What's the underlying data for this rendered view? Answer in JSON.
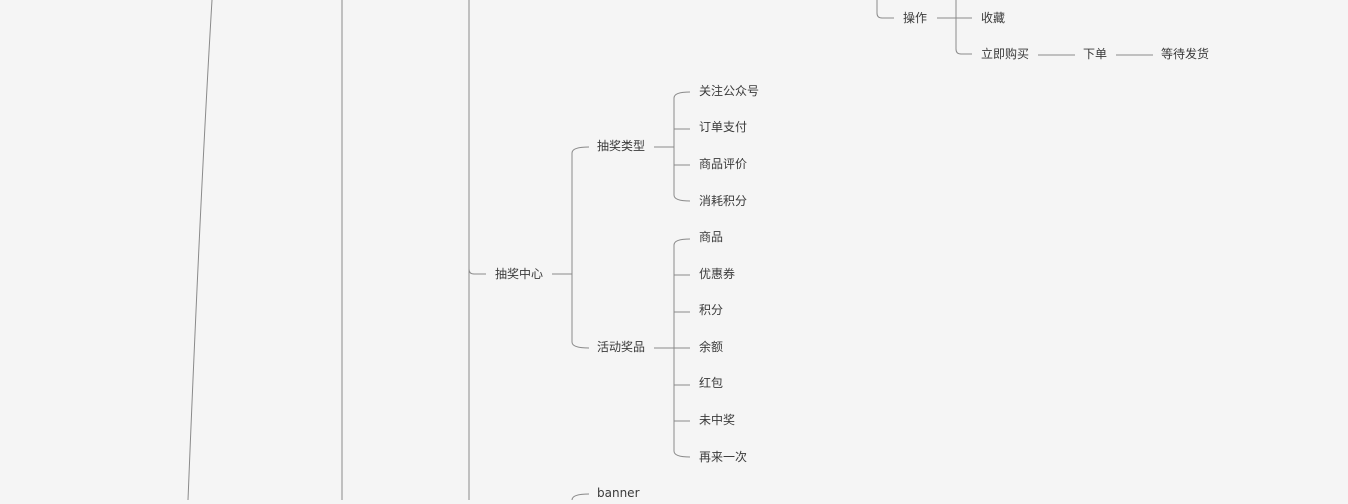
{
  "mindmap": {
    "top_branch": {
      "operate": "操作",
      "favorite": "收藏",
      "buy_now": "立即购买",
      "place_order": "下单",
      "await_shipping": "等待发货"
    },
    "lottery_center": {
      "label": "抽奖中心",
      "lottery_types": {
        "label": "抽奖类型",
        "items": [
          "关注公众号",
          "订单支付",
          "商品评价",
          "消耗积分"
        ]
      },
      "activity_prizes": {
        "label": "活动奖品",
        "items": [
          "商品",
          "优惠券",
          "积分",
          "余额",
          "红包",
          "未中奖",
          "再来一次"
        ]
      }
    },
    "bottom_partial": {
      "banner": "banner"
    }
  }
}
